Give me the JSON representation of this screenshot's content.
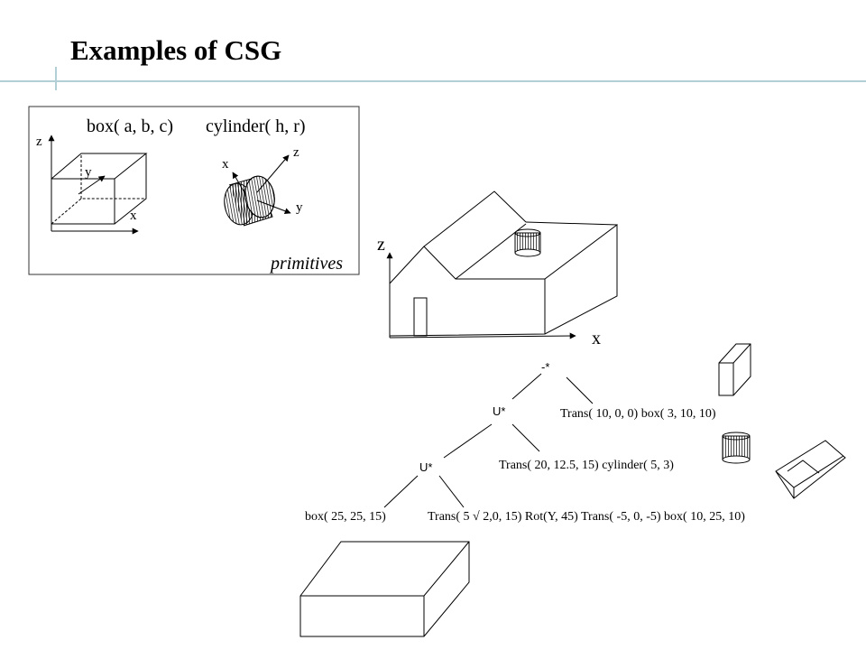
{
  "slide": {
    "title": "Examples of CSG"
  },
  "primitives_panel": {
    "box_label": "box( a, b, c)",
    "cylinder_label": "cylinder( h, r)",
    "caption": "primitives",
    "box_axes": {
      "z": "z",
      "y": "y",
      "x": "x"
    },
    "cylinder_axes": {
      "x": "x",
      "z": "z",
      "y": "y"
    }
  },
  "house_figure": {
    "z_axis": "z",
    "x_axis": "x"
  },
  "csg_tree": {
    "root_op": "-*",
    "union_1": "U*",
    "union_2": "U*",
    "leaf_box": "box( 25, 25, 15)",
    "leaf_tilted_box": "Trans( 5 √ 2,0, 15) Rot(Y, 45) Trans( -5, 0, -5) box( 10, 25, 10)",
    "leaf_cylinder": "Trans( 20, 12.5, 15) cylinder( 5, 3)",
    "leaf_subtract_box": "Trans( 10, 0, 0) box( 3, 10, 10)"
  },
  "colors": {
    "accent_line": "#b3cfd6"
  }
}
